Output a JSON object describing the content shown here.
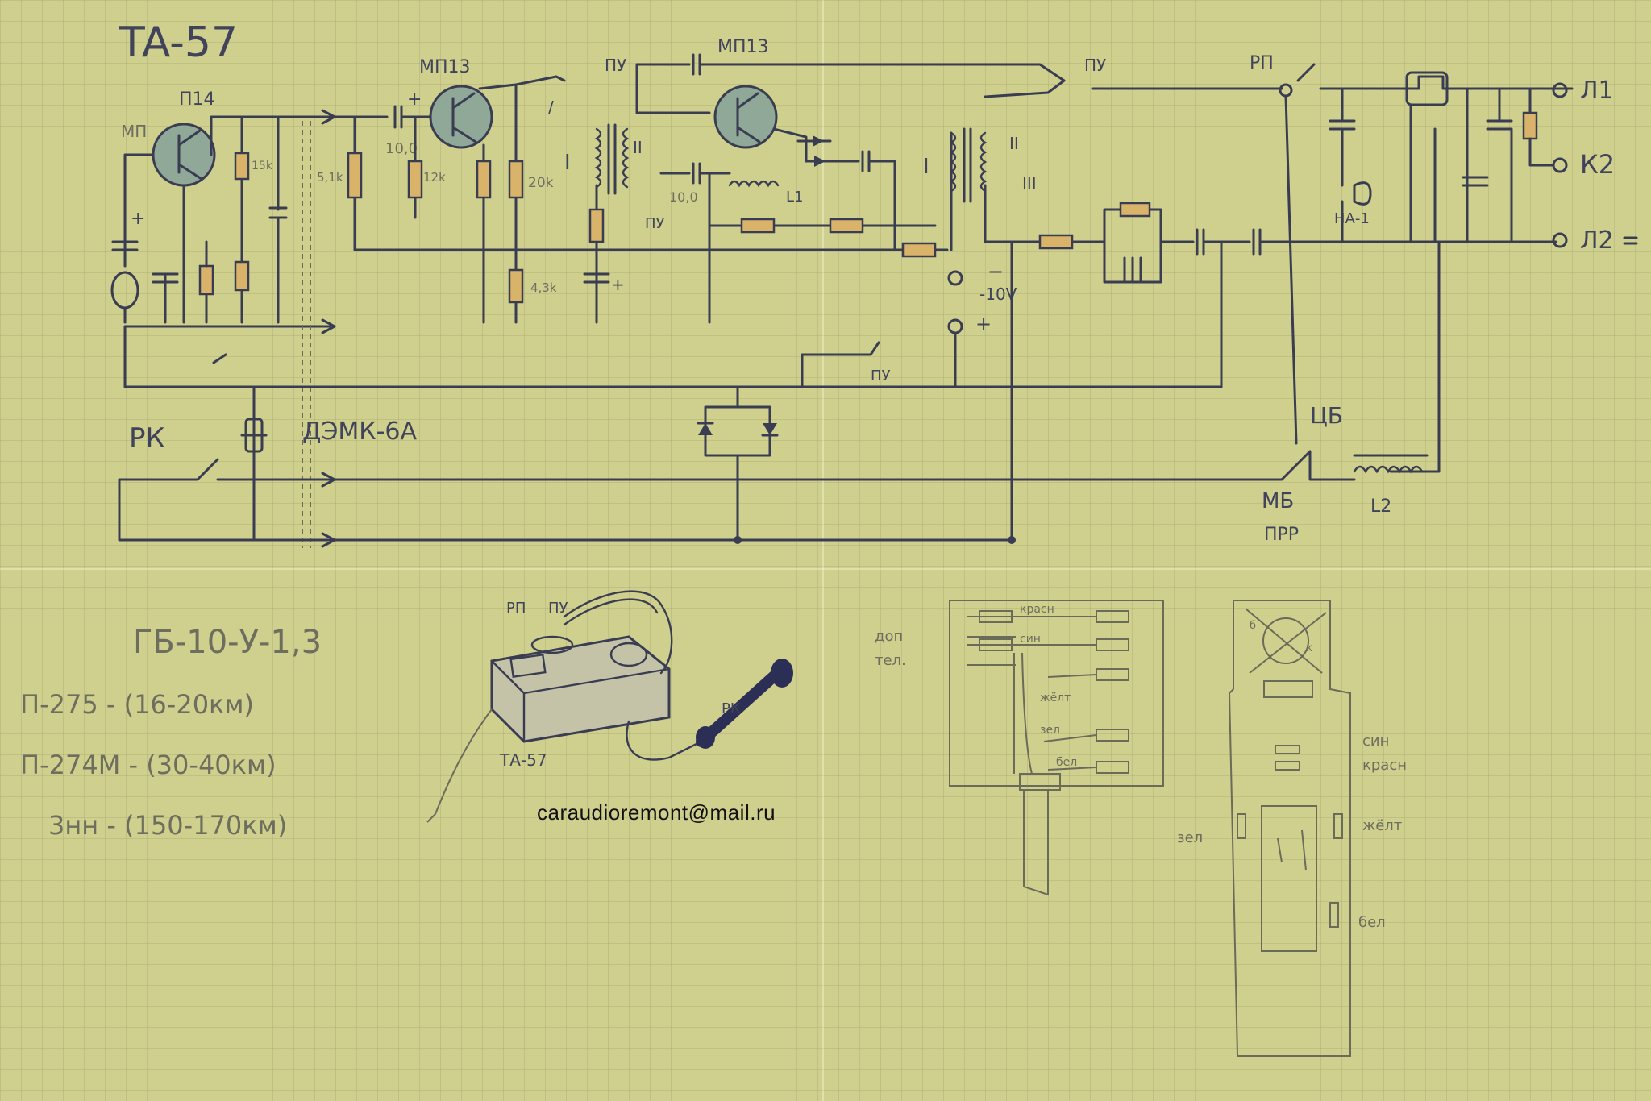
{
  "title": "TA-57",
  "labels": {
    "mp14": "П14",
    "mp14b": "МП",
    "mp13a": "МП13",
    "mp13b": "МП13",
    "pu1": "ПУ",
    "pu2": "ПУ",
    "pu3": "ПУ",
    "pu4": "ПУ",
    "rp": "РП",
    "l1": "Л1",
    "l2": "Л2",
    "k2": "К2",
    "ha": "НА-1",
    "minus10": "-10V",
    "minus": "−",
    "plus": "+",
    "rk": "РК",
    "demk": "ДЭМК-6А",
    "cb": "ЦБ",
    "mb": "МБ",
    "ppr": "ПРР",
    "l2coil": "L2",
    "l1coil": "L1",
    "r51k": "5,1k",
    "r12k": "12k",
    "r20k": "20k",
    "r43k": "4,3k",
    "r15k": "15k",
    "c10": "10,0",
    "c10b": "10,0",
    "t1": "I",
    "t2": "II",
    "t3": "I",
    "t4": "II",
    "t5": "III"
  },
  "battery": "ГБ-10-У-1,3",
  "ranges": [
    "П-275 - (16-20км)",
    "П-274М - (30-40км)",
    "3нн - (150-170км)"
  ],
  "device": {
    "rp": "РП",
    "pu": "ПУ",
    "rk": "РК",
    "name": "ТА-57"
  },
  "email": "caraudioremont@mail.ru",
  "wiring": {
    "dop": "доп",
    "tel": "тел.",
    "krasn": "красн",
    "sin": "син",
    "zhelt": "жёлт",
    "zel": "зел",
    "bel": "бел"
  },
  "handset": {
    "sin": "син",
    "krasn": "красн",
    "zhelt": "жёлт",
    "zel": "зел",
    "bel": "бел",
    "b": "б",
    "k": "к"
  }
}
